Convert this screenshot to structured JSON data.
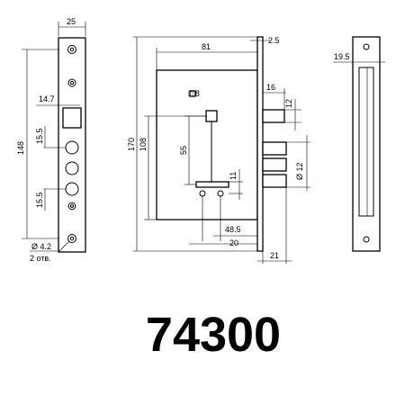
{
  "model_number": "74300",
  "dimensions": {
    "faceplate_width": "25",
    "faceplate_length": "148",
    "spindle_offset": "14.7",
    "hole_spacing_top": "15.5",
    "hole_spacing_bottom": "15.5",
    "mount_hole": "Ø 4.2",
    "mount_hole_count": "2 отв.",
    "case_width": "81",
    "faceplate_thickness": "2.5",
    "case_height": "108",
    "overall_height": "170",
    "spindle_square": "□ 8",
    "spindle_to_cylinder": "55",
    "cylinder_offset": "11",
    "backset": "48.5",
    "cylinder_distance": "20",
    "bolt_projection": "16",
    "bolt_height": "12",
    "bolt_diameter": "Ø 12",
    "total_depth": "21",
    "side_offset": "19.5"
  }
}
